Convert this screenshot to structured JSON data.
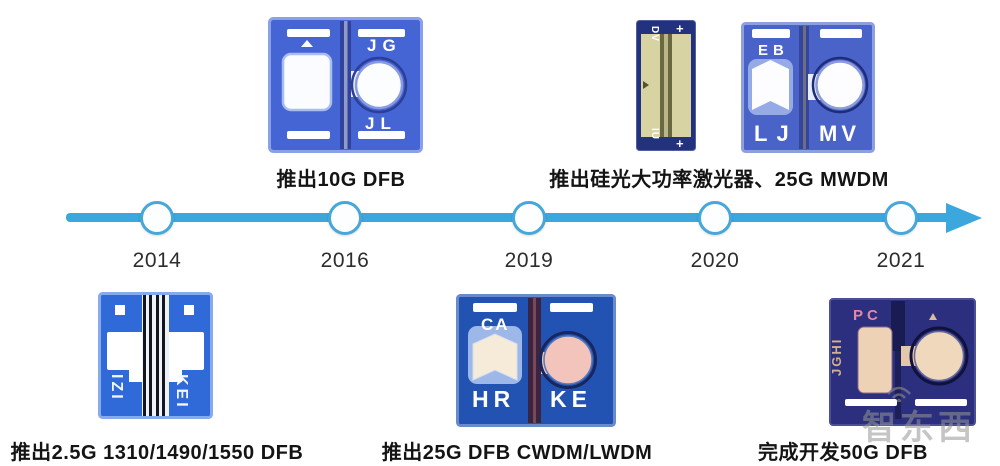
{
  "timeline": {
    "color": "#3ba7dd",
    "years": [
      {
        "label": "2014"
      },
      {
        "label": "2016"
      },
      {
        "label": "2019"
      },
      {
        "label": "2020"
      },
      {
        "label": "2021"
      }
    ]
  },
  "events": {
    "e2014": {
      "label": "推出2.5G 1310/1490/1550 DFB"
    },
    "e2016": {
      "label": "推出10G DFB"
    },
    "e2019": {
      "label": "推出25G DFB CWDM/LWDM"
    },
    "e2020": {
      "label": "推出硅光大功率激光器、25G MWDM"
    },
    "e2021": {
      "label": "完成开发50G DFB"
    }
  },
  "chips": {
    "dfb10g": {
      "tr": "JG",
      "br": "JL"
    },
    "siphoton_bar": {
      "tl": "DV",
      "tr": "+",
      "bl": "IU",
      "br": "+"
    },
    "mwdm25g": {
      "tl": "EB",
      "bl": "LJ",
      "br": "MV"
    },
    "dfb2_5g": {
      "left": "IZI",
      "right": "KEI"
    },
    "cwdm25g": {
      "tl": "CA",
      "bl": "HR",
      "br": "KE"
    },
    "dfb50g": {
      "tl": "PC",
      "side": "JGHI"
    }
  },
  "watermark": {
    "text": "智东西"
  }
}
